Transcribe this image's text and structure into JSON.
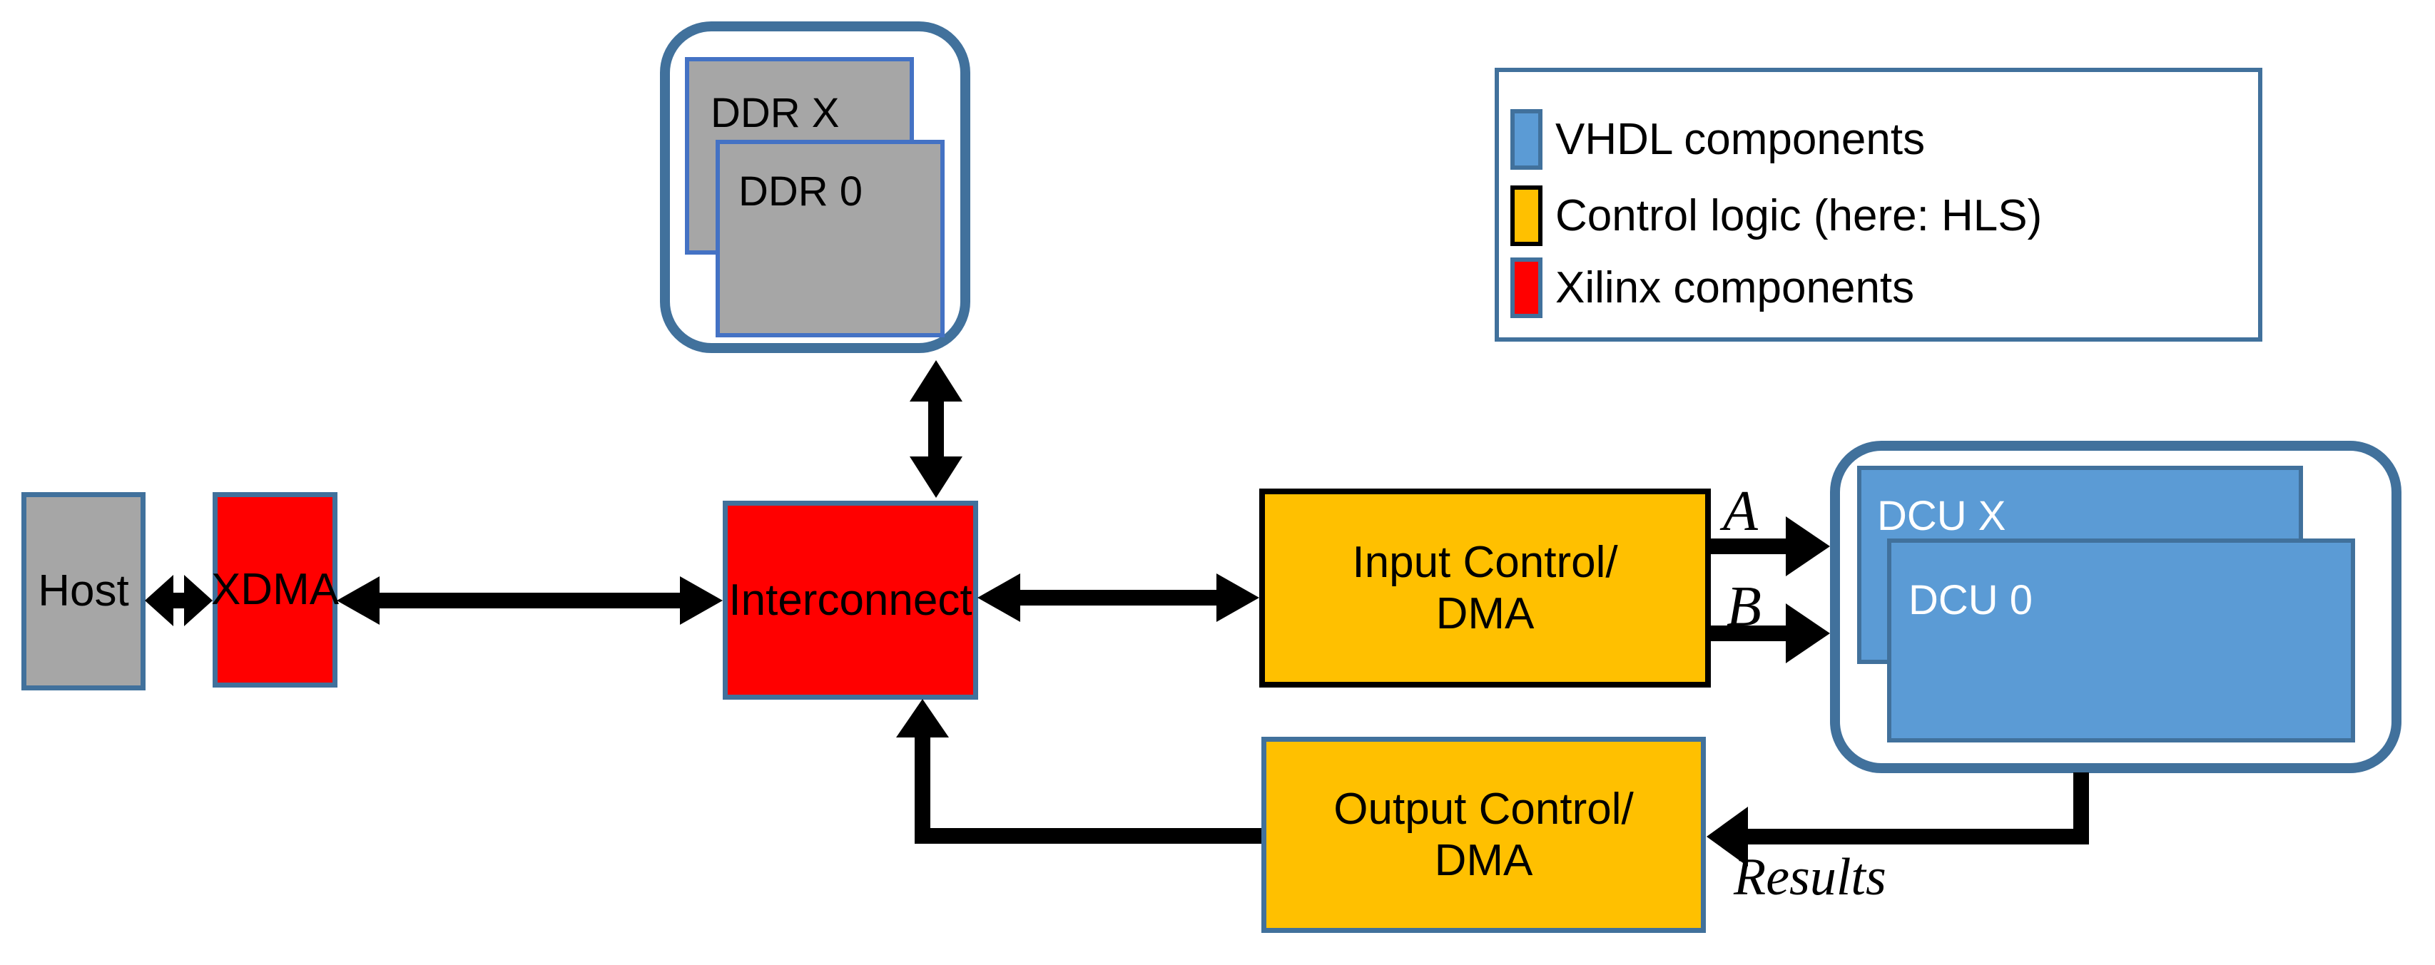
{
  "blocks": {
    "host": {
      "label": "Host"
    },
    "xdma": {
      "label": "XDMA"
    },
    "interconnect": {
      "label": "Interconnect"
    },
    "input_control": {
      "line1": "Input Control/",
      "line2": "DMA"
    },
    "output_control": {
      "line1": "Output Control/",
      "line2": "DMA"
    }
  },
  "ddr_cluster": {
    "back_label": "DDR X",
    "front_label": "DDR 0"
  },
  "dcu_cluster": {
    "back_label": "DCU X",
    "front_label": "DCU 0"
  },
  "edge_labels": {
    "a": "A",
    "b": "B",
    "results": "Results"
  },
  "legend": {
    "items": [
      {
        "label": "VHDL components",
        "color": "#5B9BD5",
        "border": "#41719C"
      },
      {
        "label": "Control logic (here: HLS)",
        "color": "#FFC000",
        "border": "#000000"
      },
      {
        "label": "Xilinx components",
        "color": "#FF0000",
        "border": "#41719C"
      }
    ]
  },
  "colors": {
    "vhdl_blue": "#5B9BD5",
    "control_orange": "#FFC000",
    "xilinx_red": "#FF0000",
    "neutral_gray": "#A6A6A6",
    "outline_steel": "#41719C",
    "ddr_border_blue": "#4472C4",
    "arrow_black": "#000000"
  }
}
